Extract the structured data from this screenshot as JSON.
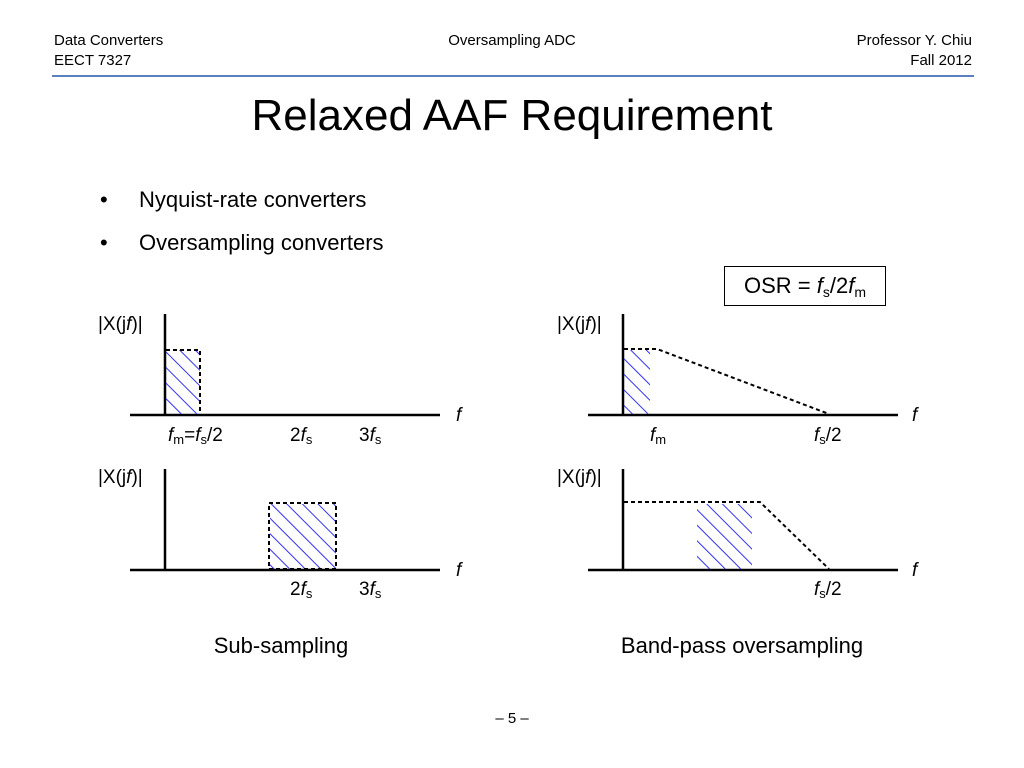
{
  "header": {
    "left_line1": "Data Converters",
    "left_line2": "EECT 7327",
    "center": "Oversampling ADC",
    "right_line1": "Professor Y. Chiu",
    "right_line2": "Fall 2012"
  },
  "title": "Relaxed AAF Requirement",
  "bullets": {
    "marker": "•",
    "items": [
      "Nyquist-rate converters",
      "Oversampling converters"
    ]
  },
  "osr": {
    "prefix": "OSR = ",
    "f": "f",
    "s": "s",
    "mid": "/2",
    "f2": "f",
    "m": "m"
  },
  "plots": {
    "ylabel": {
      "open": "|X(j",
      "f": "f",
      "close": ")|"
    },
    "xlabel": "f",
    "tl": {
      "fm": "f",
      "m": "m",
      "eq": "=",
      "fs": "f",
      "s": "s",
      "half": "/2",
      "two": "2",
      "two_f": "f",
      "two_s": "s",
      "three": "3",
      "three_f": "f",
      "three_s": "s"
    },
    "tr": {
      "fm": "f",
      "m": "m",
      "fs": "f",
      "s": "s",
      "half": "/2"
    },
    "bl": {
      "two": "2",
      "two_f": "f",
      "two_s": "s",
      "three": "3",
      "three_f": "f",
      "three_s": "s"
    },
    "br": {
      "fs": "f",
      "s": "s",
      "half": "/2"
    }
  },
  "captions": {
    "left": "Sub-sampling",
    "right": "Band-pass oversampling"
  },
  "colors": {
    "rule": "#5b7fbf",
    "hatch": "#3333ee"
  },
  "page_number": "– 5 –"
}
